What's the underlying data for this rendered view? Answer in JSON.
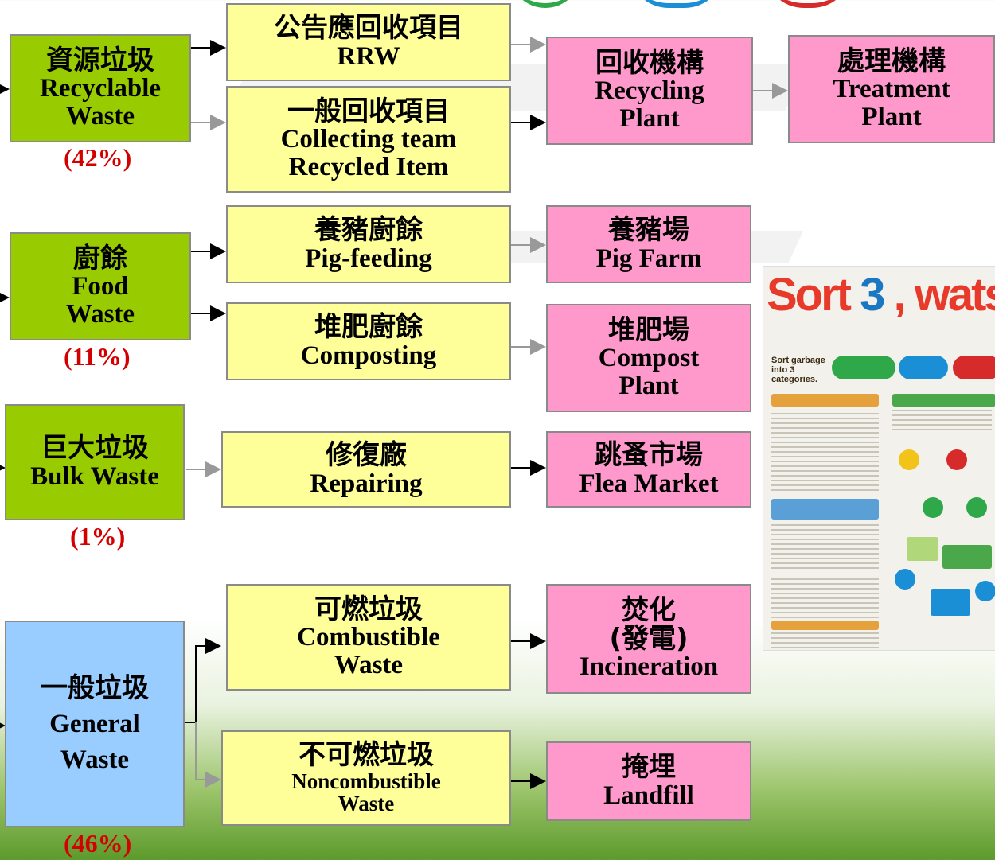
{
  "recyclable": {
    "zh": "資源垃圾",
    "en1": "Recyclable",
    "en2": "Waste",
    "pct": "(42%)"
  },
  "rrw": {
    "zh": "公告應回收項目",
    "en": "RRW"
  },
  "collect": {
    "zh": "一般回收項目",
    "en1": "Collecting team",
    "en2": "Recycled Item"
  },
  "recycling_plant": {
    "zh": "回收機構",
    "en1": "Recycling",
    "en2": "Plant"
  },
  "treatment_plant": {
    "zh": "處理機構",
    "en1": "Treatment",
    "en2": "Plant"
  },
  "food": {
    "zh": "廚餘",
    "en1": "Food",
    "en2": "Waste",
    "pct": "(11%)"
  },
  "pig_feeding": {
    "zh": "養豬廚餘",
    "en": "Pig-feeding"
  },
  "pig_farm": {
    "zh": "養豬場",
    "en": "Pig Farm"
  },
  "composting": {
    "zh": "堆肥廚餘",
    "en": "Composting"
  },
  "compost_plant": {
    "zh": "堆肥場",
    "en1": "Compost",
    "en2": "Plant"
  },
  "bulk": {
    "zh": "巨大垃圾",
    "en": "Bulk Waste",
    "pct": "(1%)"
  },
  "repairing": {
    "zh": "修復廠",
    "en": "Repairing"
  },
  "flea": {
    "zh": "跳蚤市場",
    "en": "Flea Market"
  },
  "general": {
    "zh": "一般垃圾",
    "en1": "General",
    "en2": "Waste",
    "pct": "(46%)"
  },
  "combustible": {
    "zh": "可燃垃圾",
    "en1": "Combustible",
    "en2": "Waste"
  },
  "incineration": {
    "zh1": "焚化",
    "zh2": "(發電)",
    "en": "Incineration"
  },
  "noncombustible": {
    "zh": "不可燃垃圾",
    "en1": "Noncombustible",
    "en2": "Waste"
  },
  "landfill": {
    "zh": "掩埋",
    "en": "Landfill"
  },
  "poster": {
    "title_a": "Sort ",
    "title_num": "3",
    "title_b": " , watse free",
    "subtitle": "Sort garbage into 3 categories."
  },
  "colors": {
    "green": "#99cc00",
    "yellow": "#ffff99",
    "pink": "#ff99cc",
    "blue": "#99ccff",
    "percent": "#d40000"
  }
}
